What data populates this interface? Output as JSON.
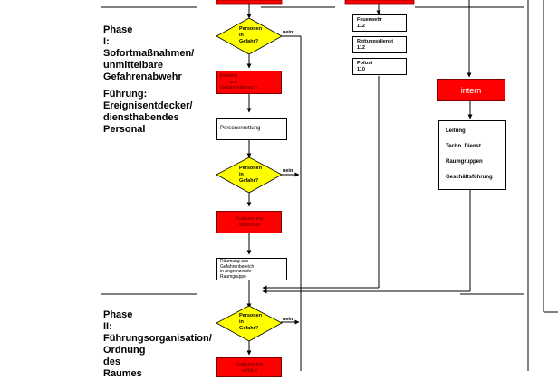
{
  "phase1": {
    "title_lines": [
      "Phase",
      "I:",
      "Sofortmaßnahmen/",
      "unmittelbare",
      "Gefahrenabwehr"
    ],
    "lead_lines": [
      "Führung:",
      "Ereignisentdecker/",
      "diensthabendes",
      "Personal"
    ]
  },
  "phase2": {
    "title_lines": [
      "Phase",
      "II:",
      "Führungsorganisation/",
      "Ordnung",
      "des",
      "Raumes"
    ]
  },
  "decision1": {
    "lines": [
      "Personen",
      "in",
      "Gefahr?"
    ],
    "no_label": "nein"
  },
  "decision2": {
    "lines": [
      "Personen",
      "in",
      "Gefahr?"
    ],
    "no_label": "nein"
  },
  "decision3": {
    "lines": [
      "Personen",
      "in",
      "Gefahr?"
    ],
    "no_label": "nein"
  },
  "rescue_box": {
    "lines": [
      "Rettung",
      "aus",
      "Gefahrenbereich"
    ]
  },
  "person_box": {
    "lines": [
      "Personenrettung"
    ]
  },
  "evac_h_box": {
    "lines": [
      "Evakuierung",
      "horizontal"
    ]
  },
  "clear_box": {
    "lines": [
      "Räumung aus",
      "Gefahrenbereich",
      "in angrenzende",
      "Raumgruppe"
    ]
  },
  "evac_v_box": {
    "lines": [
      "Evakuierung",
      "vertikal"
    ]
  },
  "contacts": [
    {
      "name": "Feuerwehr",
      "number": "112"
    },
    {
      "name": "Rettungsdienst",
      "number": "112"
    },
    {
      "name": "Polizei",
      "number": "110"
    }
  ],
  "intern": {
    "label": "intern",
    "items": [
      "Leitung",
      "Techn. Dienst",
      "Raumgruppen",
      "Geschäftsführung"
    ]
  },
  "colors": {
    "alarm": "#ff0000",
    "decision": "#ffff00",
    "line": "#000000"
  }
}
